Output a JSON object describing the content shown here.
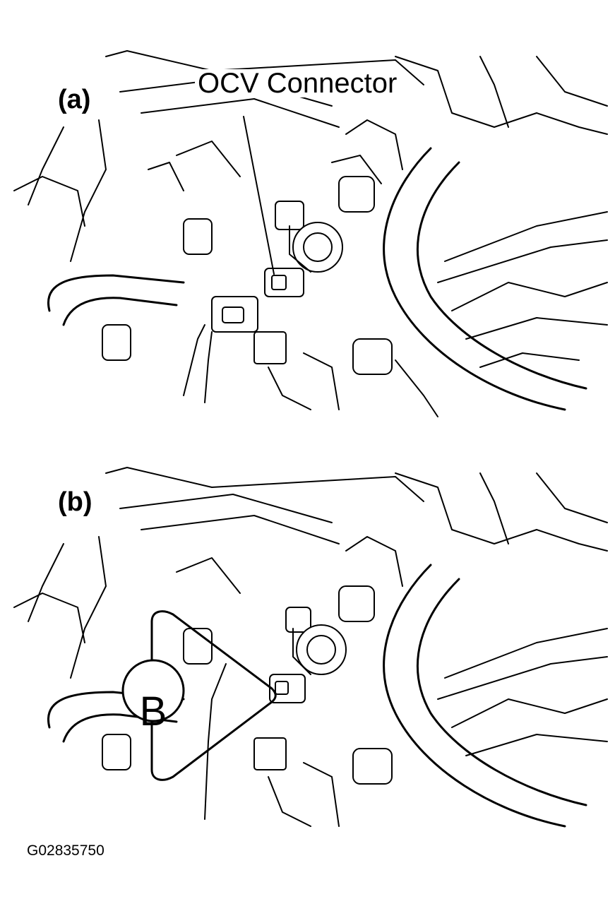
{
  "panels": [
    {
      "label": "(a)",
      "callout": "OCV Connector"
    },
    {
      "label": "(b)",
      "marker": "B"
    }
  ],
  "figure_code": "G02835750",
  "colors": {
    "line": "#000000",
    "background": "#ffffff"
  }
}
